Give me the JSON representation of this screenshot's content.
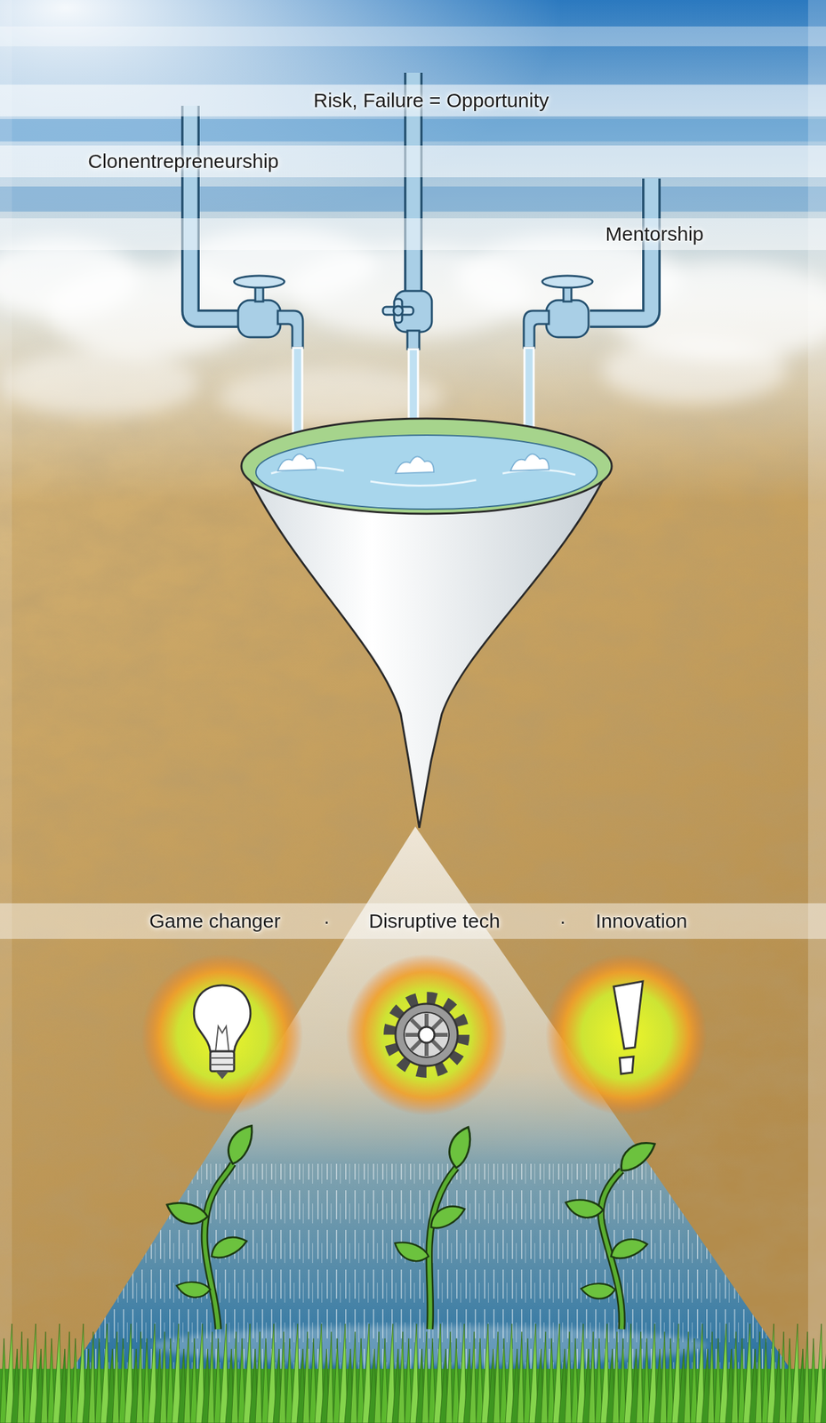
{
  "diagram": {
    "nodes": [
      {
        "text": [
          "Risk, Failure = Opportunity"
        ]
      },
      {
        "text": [
          "Clonentrepreneurship"
        ]
      },
      {
        "text": [
          "Mentorship"
        ]
      },
      {
        "text": [
          "Game changer",
          "·",
          "Disruptive tech",
          "·",
          "Innovation"
        ]
      }
    ]
  }
}
